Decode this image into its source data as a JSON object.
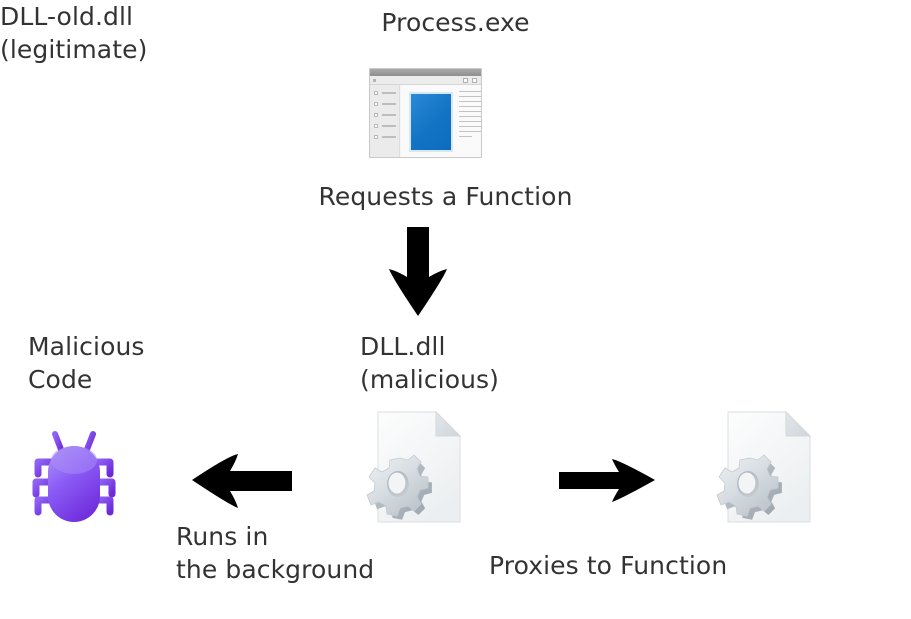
{
  "diagram": {
    "title": "Process.exe",
    "nodes": {
      "process": {
        "label": "Process.exe",
        "icon": "application-window-icon"
      },
      "malicious_code": {
        "label": "Malicious\nCode",
        "icon": "bug-icon",
        "color": "#7c3aed"
      },
      "dll_malicious": {
        "label": "DLL.dll\n(malicious)",
        "icon": "dll-document-gear-icon"
      },
      "dll_legitimate": {
        "label": "DLL-old.dll\n(legitimate)",
        "icon": "dll-document-gear-icon"
      }
    },
    "edges": [
      {
        "id": "requests",
        "label": "Requests a Function",
        "direction": "down",
        "from": "process",
        "to": "dll_malicious"
      },
      {
        "id": "runs-in-background",
        "label": "Runs in\nthe background",
        "direction": "left",
        "from": "dll_malicious",
        "to": "malicious_code"
      },
      {
        "id": "proxies",
        "label": "Proxies to Function",
        "direction": "right",
        "from": "dll_malicious",
        "to": "dll_legitimate"
      }
    ],
    "colors": {
      "background": "#ffffff",
      "text": "#333333",
      "arrow": "#000000",
      "bug_light": "#9f7df2",
      "bug_dark": "#7331e0",
      "window_blue": "#1273c4",
      "document": "#f4f4f4",
      "gear": "#d3d8dd"
    }
  }
}
